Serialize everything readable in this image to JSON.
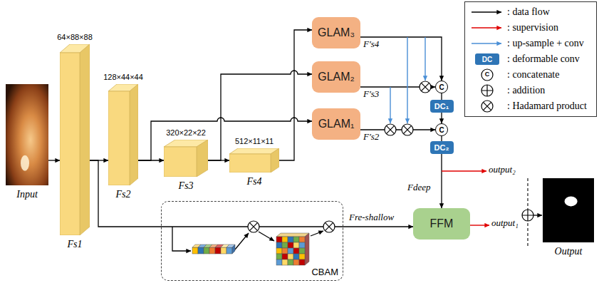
{
  "diagram": {
    "nodes": [
      {
        "text": [
          "Input"
        ]
      },
      {
        "text": [
          "64×88×88",
          "Fs1"
        ]
      },
      {
        "text": [
          "128×44×44",
          "Fs2"
        ]
      },
      {
        "text": [
          "320×22×22",
          "Fs3"
        ]
      },
      {
        "text": [
          "512×11×11",
          "Fs4"
        ]
      },
      {
        "text": [
          "GLAM₃"
        ]
      },
      {
        "text": [
          "GLAM₂"
        ]
      },
      {
        "text": [
          "GLAM₁"
        ]
      },
      {
        "text": [
          "C"
        ]
      },
      {
        "text": [
          "DC₁"
        ]
      },
      {
        "text": [
          "C"
        ]
      },
      {
        "text": [
          "DC₂"
        ]
      },
      {
        "text": [
          "CBAM"
        ]
      },
      {
        "text": [
          "FFM"
        ]
      },
      {
        "text": [
          "Output"
        ]
      }
    ],
    "edges": [
      {
        "from": 0,
        "to": 1,
        "arrow": "to"
      },
      {
        "from": 1,
        "to": 2,
        "arrow": "to"
      },
      {
        "from": 2,
        "to": 3,
        "arrow": "to"
      },
      {
        "from": 3,
        "to": 4,
        "arrow": "to"
      },
      {
        "from": 2,
        "to": 7,
        "arrow": "to"
      },
      {
        "from": 3,
        "to": 6,
        "arrow": "to"
      },
      {
        "from": 4,
        "to": 5,
        "arrow": "to"
      },
      {
        "from": 5,
        "to": 8,
        "arrow": "to"
      },
      {
        "from": 6,
        "to": 8,
        "arrow": "to"
      },
      {
        "from": 8,
        "to": 9,
        "arrow": "none"
      },
      {
        "from": 9,
        "to": 10,
        "arrow": "to"
      },
      {
        "from": 7,
        "to": 10,
        "arrow": "to"
      },
      {
        "from": 10,
        "to": 11,
        "arrow": "none"
      },
      {
        "from": 11,
        "to": 13,
        "arrow": "to"
      },
      {
        "from": 1,
        "to": 12,
        "arrow": "none"
      },
      {
        "from": 12,
        "to": 13,
        "arrow": "to"
      }
    ],
    "labels": [
      "F′s4",
      "F′s3",
      "F′s2",
      "Fdeep",
      "output₂",
      "Fre-shallow",
      "output₁",
      "DC",
      "C"
    ],
    "legend": [
      {
        "text": ": data flow"
      },
      {
        "text": ": supervision"
      },
      {
        "text": ": up-sample + conv"
      },
      {
        "text": ": deformable conv",
        "color": "#2e75b6"
      },
      {
        "text": ": concatenate"
      },
      {
        "text": ": addition"
      },
      {
        "text": ": Hadamard product"
      }
    ]
  }
}
